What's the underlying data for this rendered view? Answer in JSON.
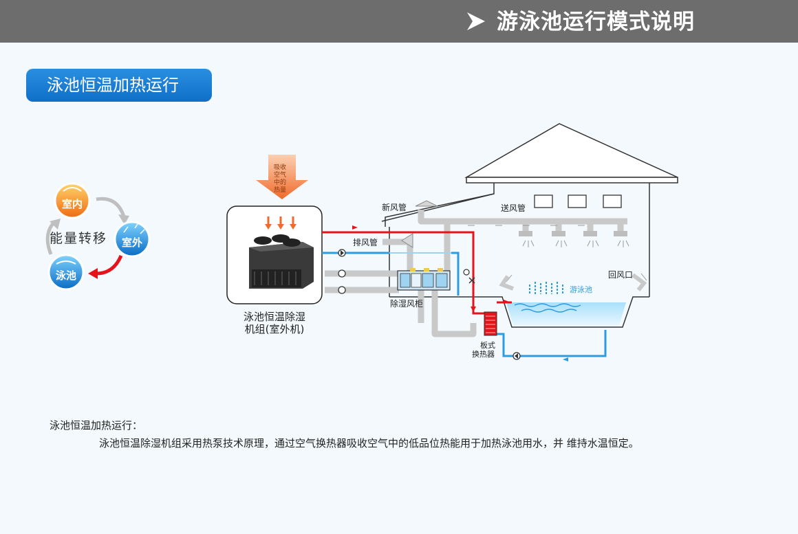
{
  "header": {
    "title": "游泳池运行模式说明"
  },
  "section": {
    "badge": "泳池恒温加热运行"
  },
  "energy_cycle": {
    "label": "能量转移",
    "nodes": {
      "indoor": "室内",
      "outdoor": "室外",
      "pool": "泳池"
    }
  },
  "outdoor_unit": {
    "heat_label": [
      "吸收",
      "空气",
      "中的",
      "热量"
    ],
    "caption_line1": "泳池恒温除湿",
    "caption_line2": "机组(室外机)"
  },
  "labels": {
    "fresh_air_duct": "新风管",
    "exhaust_duct": "排风管",
    "supply_duct": "送风管",
    "return_air": "回风口",
    "pool": "游泳池",
    "dehumidifier_cabinet": "除湿风柜",
    "plate_hx_line1": "板式",
    "plate_hx_line2": "换热器"
  },
  "description": {
    "title": "泳池恒温加热运行：",
    "body": "泳池恒温除湿机组采用热泵技术原理，通过空气换热器吸收空气中的低品位热能用于加热泳池用水，并  维持水温恒定。"
  },
  "colors": {
    "header_bg": "#6d6d6d",
    "badge_bg": "#1a7fd8",
    "hot_pipe": "#e5141b",
    "cold_pipe": "#2d9be0",
    "air_duct": "#c8c8c8",
    "heat_arrow": "#f27b3a"
  }
}
